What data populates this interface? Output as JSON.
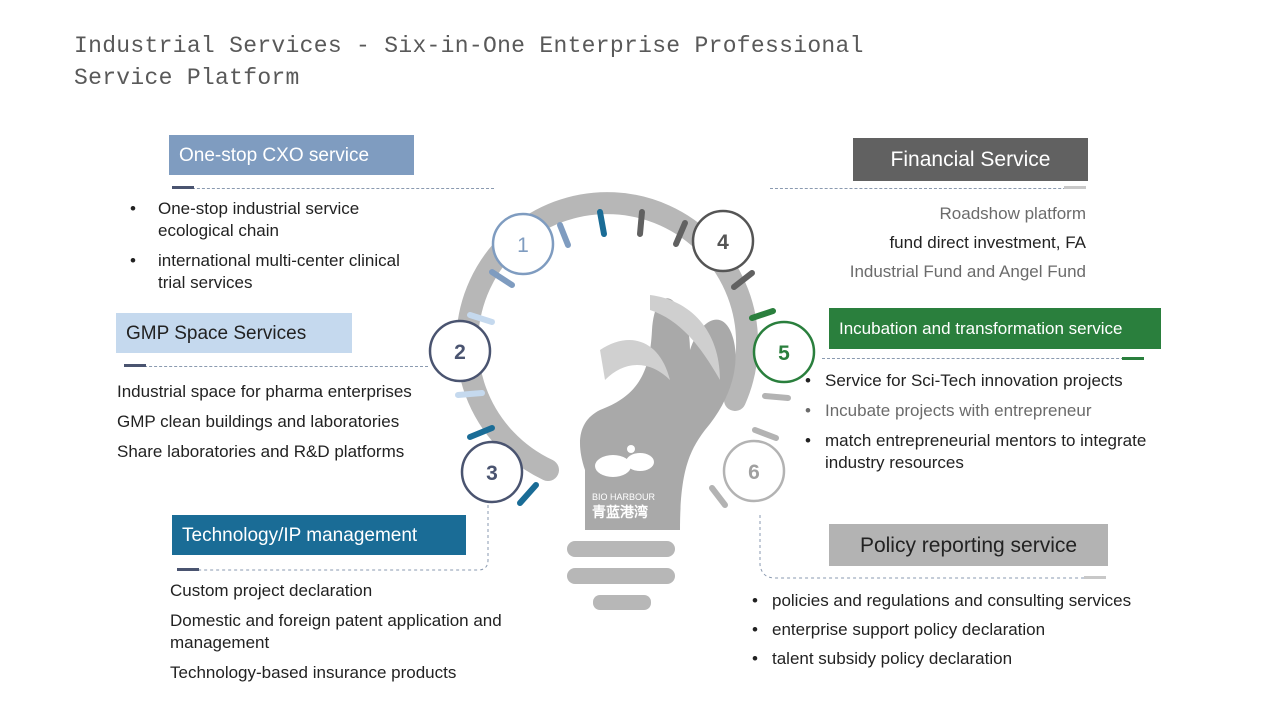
{
  "title": "Industrial Services - Six-in-One Enterprise Professional Service Platform",
  "colors": {
    "cxo": "#7f9cc0",
    "gmp": "#c5d9ee",
    "tech": "#1a6c96",
    "financial": "#616161",
    "incubation": "#2a7f3d",
    "policy": "#b3b3b3",
    "bulb": "#b7b7b7"
  },
  "logo": {
    "text_en": "BIO HARBOUR",
    "text_cn": "青蓝港湾"
  },
  "numbers": [
    "1",
    "2",
    "3",
    "4",
    "5",
    "6"
  ],
  "sections": {
    "cxo": {
      "header": "One-stop CXO service",
      "items": [
        "One-stop industrial service ecological chain",
        "international multi-center clinical trial services"
      ]
    },
    "gmp": {
      "header": "GMP Space Services",
      "items": [
        "Industrial space for pharma enterprises",
        "GMP clean buildings and laboratories",
        "Share laboratories and R&D platforms"
      ]
    },
    "tech": {
      "header": "Technology/IP management",
      "items": [
        "Custom project declaration",
        "Domestic and foreign patent application and management",
        "Technology-based insurance products"
      ]
    },
    "financial": {
      "header": "Financial Service",
      "items": [
        "Roadshow platform",
        "fund direct investment, FA",
        "Industrial Fund and Angel Fund"
      ]
    },
    "incubation": {
      "header": "Incubation and transformation service",
      "items": [
        "Service for Sci-Tech innovation projects",
        "Incubate projects with entrepreneur",
        "match entrepreneurial mentors to integrate industry resources"
      ]
    },
    "policy": {
      "header": "Policy reporting service",
      "items": [
        "policies and regulations and consulting services",
        "enterprise support policy declaration",
        "talent subsidy policy declaration"
      ]
    }
  }
}
